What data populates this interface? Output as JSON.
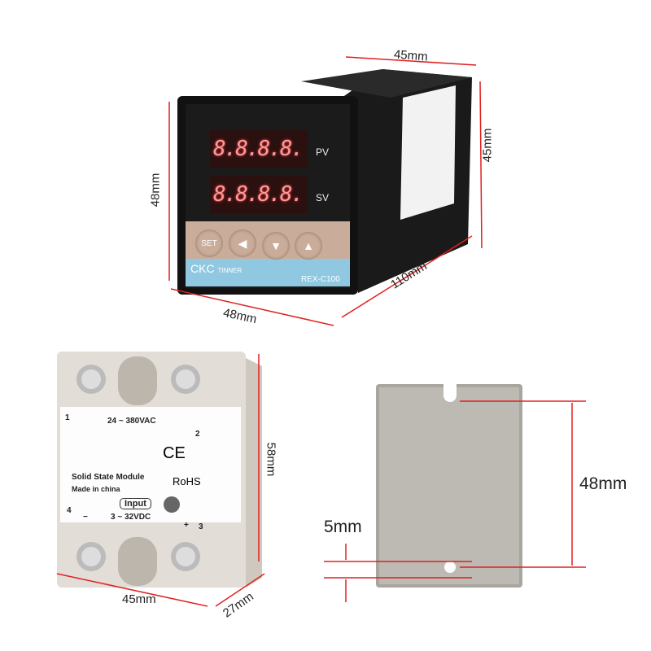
{
  "controller": {
    "pv_label": "PV",
    "sv_label": "SV",
    "pv_display": "8.8.8.8.",
    "sv_display": "8.8.8.8.",
    "brand": "CKC",
    "brand_sub": "TINNER",
    "model": "REX-C100",
    "set_button": "SET",
    "dim_width": "48mm",
    "dim_height": "48mm",
    "dim_side_width": "45mm",
    "dim_side_height": "45mm",
    "dim_depth": "110mm"
  },
  "ssr": {
    "terminal_1": "1",
    "terminal_2": "2",
    "terminal_3": "3",
    "terminal_4": "4",
    "ac_range": "24 ~ 380VAC",
    "ce_mark": "CE",
    "rohs_mark": "RoHS",
    "module_name": "Solid State Module",
    "made_in": "Made in china",
    "input_label": "Input",
    "dc_range": "3 ~ 32VDC",
    "minus": "−",
    "plus": "+",
    "dim_width": "45mm",
    "dim_height": "58mm",
    "dim_depth": "27mm"
  },
  "heatsink": {
    "dim_height": "48mm",
    "dim_hole": "5mm"
  },
  "colors": {
    "dimension_line": "#e02020",
    "display_digits": "#ff8080",
    "panel": "#c9ad9a",
    "brand_strip": "#8fc8e0"
  }
}
